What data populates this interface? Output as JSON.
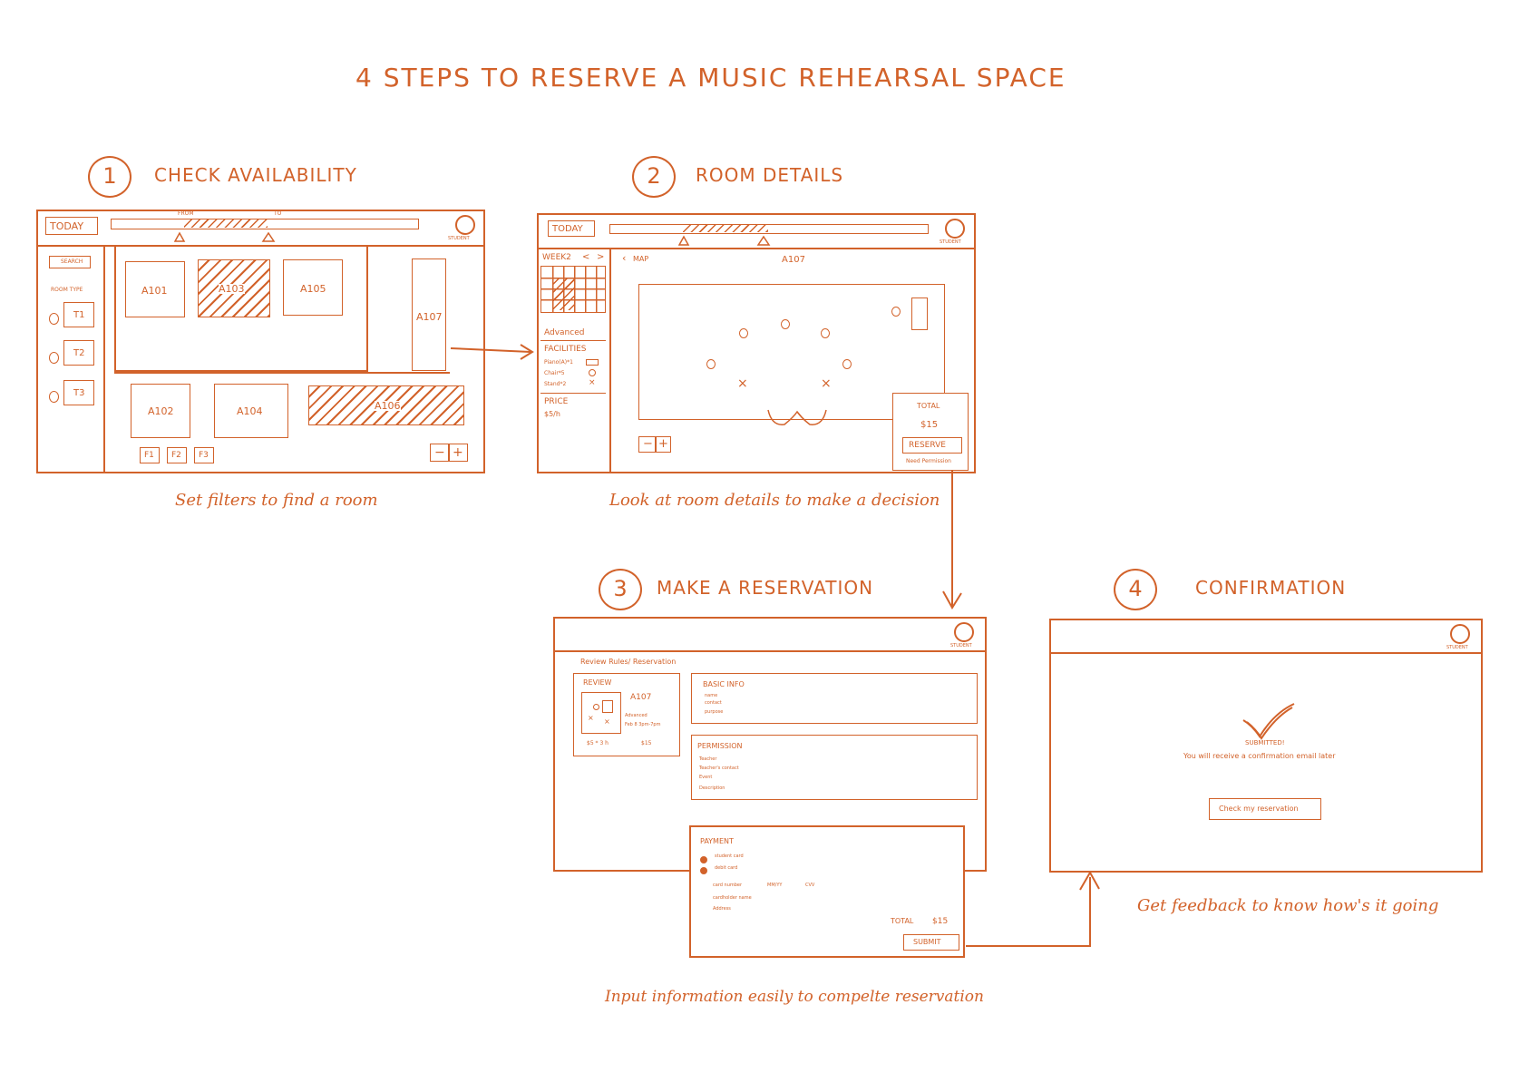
{
  "title": "4 STEPS TO RESERVE A MUSIC REHEARSAL SPACE",
  "accent_color": "#d2622a",
  "steps": [
    {
      "number": "1",
      "title": "CHECK AVAILABILITY",
      "caption": "Set filters to find a room"
    },
    {
      "number": "2",
      "title": "ROOM DETAILS",
      "caption": "Look at room details to make a decision"
    },
    {
      "number": "3",
      "title": "MAKE A RESERVATION",
      "caption": "Input information easily to compelte reservation"
    },
    {
      "number": "4",
      "title": "CONFIRMATION",
      "caption": "Get feedback to know how's it going"
    }
  ],
  "common": {
    "today": "TODAY",
    "student": "STUDENT",
    "logo_icon": "student-logo-icon",
    "zoom_out": "−",
    "zoom_in": "+"
  },
  "screen1": {
    "from": "FROM",
    "to": "TO",
    "search": "SEARCH",
    "room_type": "ROOM TYPE",
    "types": [
      "T1",
      "T2",
      "T3"
    ],
    "rooms": {
      "a101": "A101",
      "a103": "A103",
      "a105": "A105",
      "a107": "A107",
      "a102": "A102",
      "a104": "A104",
      "a106": "A106"
    },
    "floors": [
      "F1",
      "F2",
      "F3"
    ]
  },
  "screen2": {
    "week": "WEEK2",
    "prev": "<",
    "next": ">",
    "back": "MAP",
    "room": "A107",
    "advanced": "Advanced",
    "facilities": "FACILITIES",
    "facility_items": [
      "Piano(A)*1",
      "Chair*5",
      "Stand*2"
    ],
    "price": "PRICE",
    "price_value": "$5/h",
    "total": "TOTAL",
    "total_value": "$15",
    "reserve": "RESERVE",
    "need_permission": "Need Permission"
  },
  "screen3": {
    "breadcrumb": "Review Rules/ Reservation",
    "review": "REVIEW",
    "room": "A107",
    "level": "Advanced",
    "schedule": "Feb 8  3pm-7pm",
    "rate": "$5 * 3 h",
    "cost": "$15",
    "basic_info": "BASIC INFO",
    "basic_fields": [
      "name",
      "contact",
      "purpose"
    ],
    "permission": "PERMISSION",
    "permission_fields": [
      "Teacher",
      "Teacher's contact",
      "Event",
      "Description"
    ],
    "payment": "PAYMENT",
    "payment_options": [
      "student card",
      "debit card"
    ],
    "card_number": "card number",
    "mmyy": "MM/YY",
    "cvv": "CVV",
    "cardholder": "cardholder name",
    "address": "Address",
    "total": "TOTAL",
    "total_value": "$15",
    "submit": "SUBMIT"
  },
  "screen4": {
    "submitted": "SUBMITTED!",
    "message": "You will receive a confirmation email later",
    "check_button": "Check my reservation",
    "check_icon": "checkmark-icon"
  }
}
